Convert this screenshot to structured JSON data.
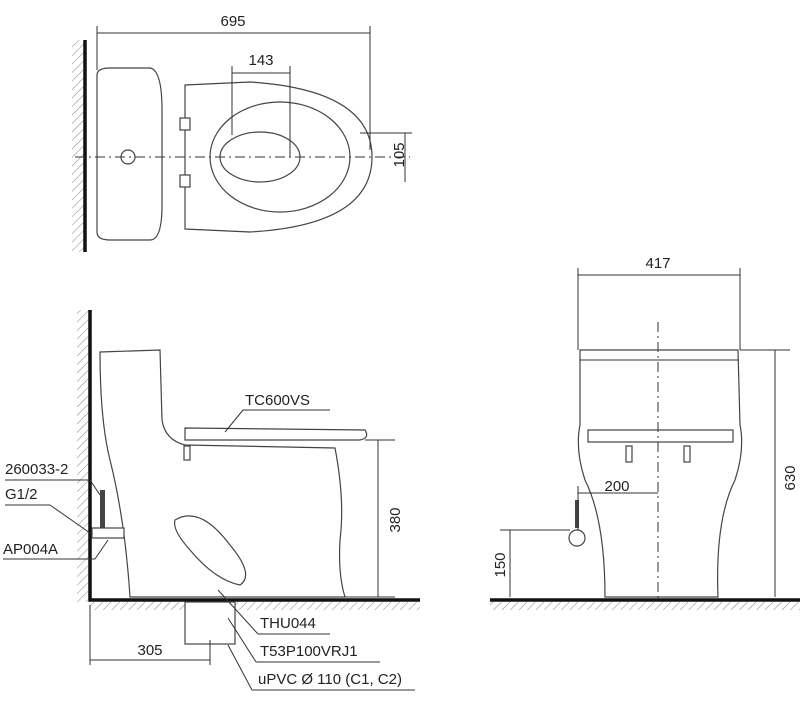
{
  "top_view": {
    "dim_length": "695",
    "dim_outlet": "143",
    "dim_offset": "105"
  },
  "side_view": {
    "seat_label": "TC600VS",
    "valve_part": "260033-2",
    "thread": "G1/2",
    "hose_part": "AP004A",
    "dim_seat_height": "380",
    "dim_rough_in": "305",
    "flange_part": "THU044",
    "pipe_part": "T53P100VRJ1",
    "pipe_spec": "uPVC Ø 110 (C1, C2)"
  },
  "front_view": {
    "dim_width": "417",
    "dim_height": "630",
    "dim_supply_offset": "200",
    "dim_supply_height": "150"
  }
}
